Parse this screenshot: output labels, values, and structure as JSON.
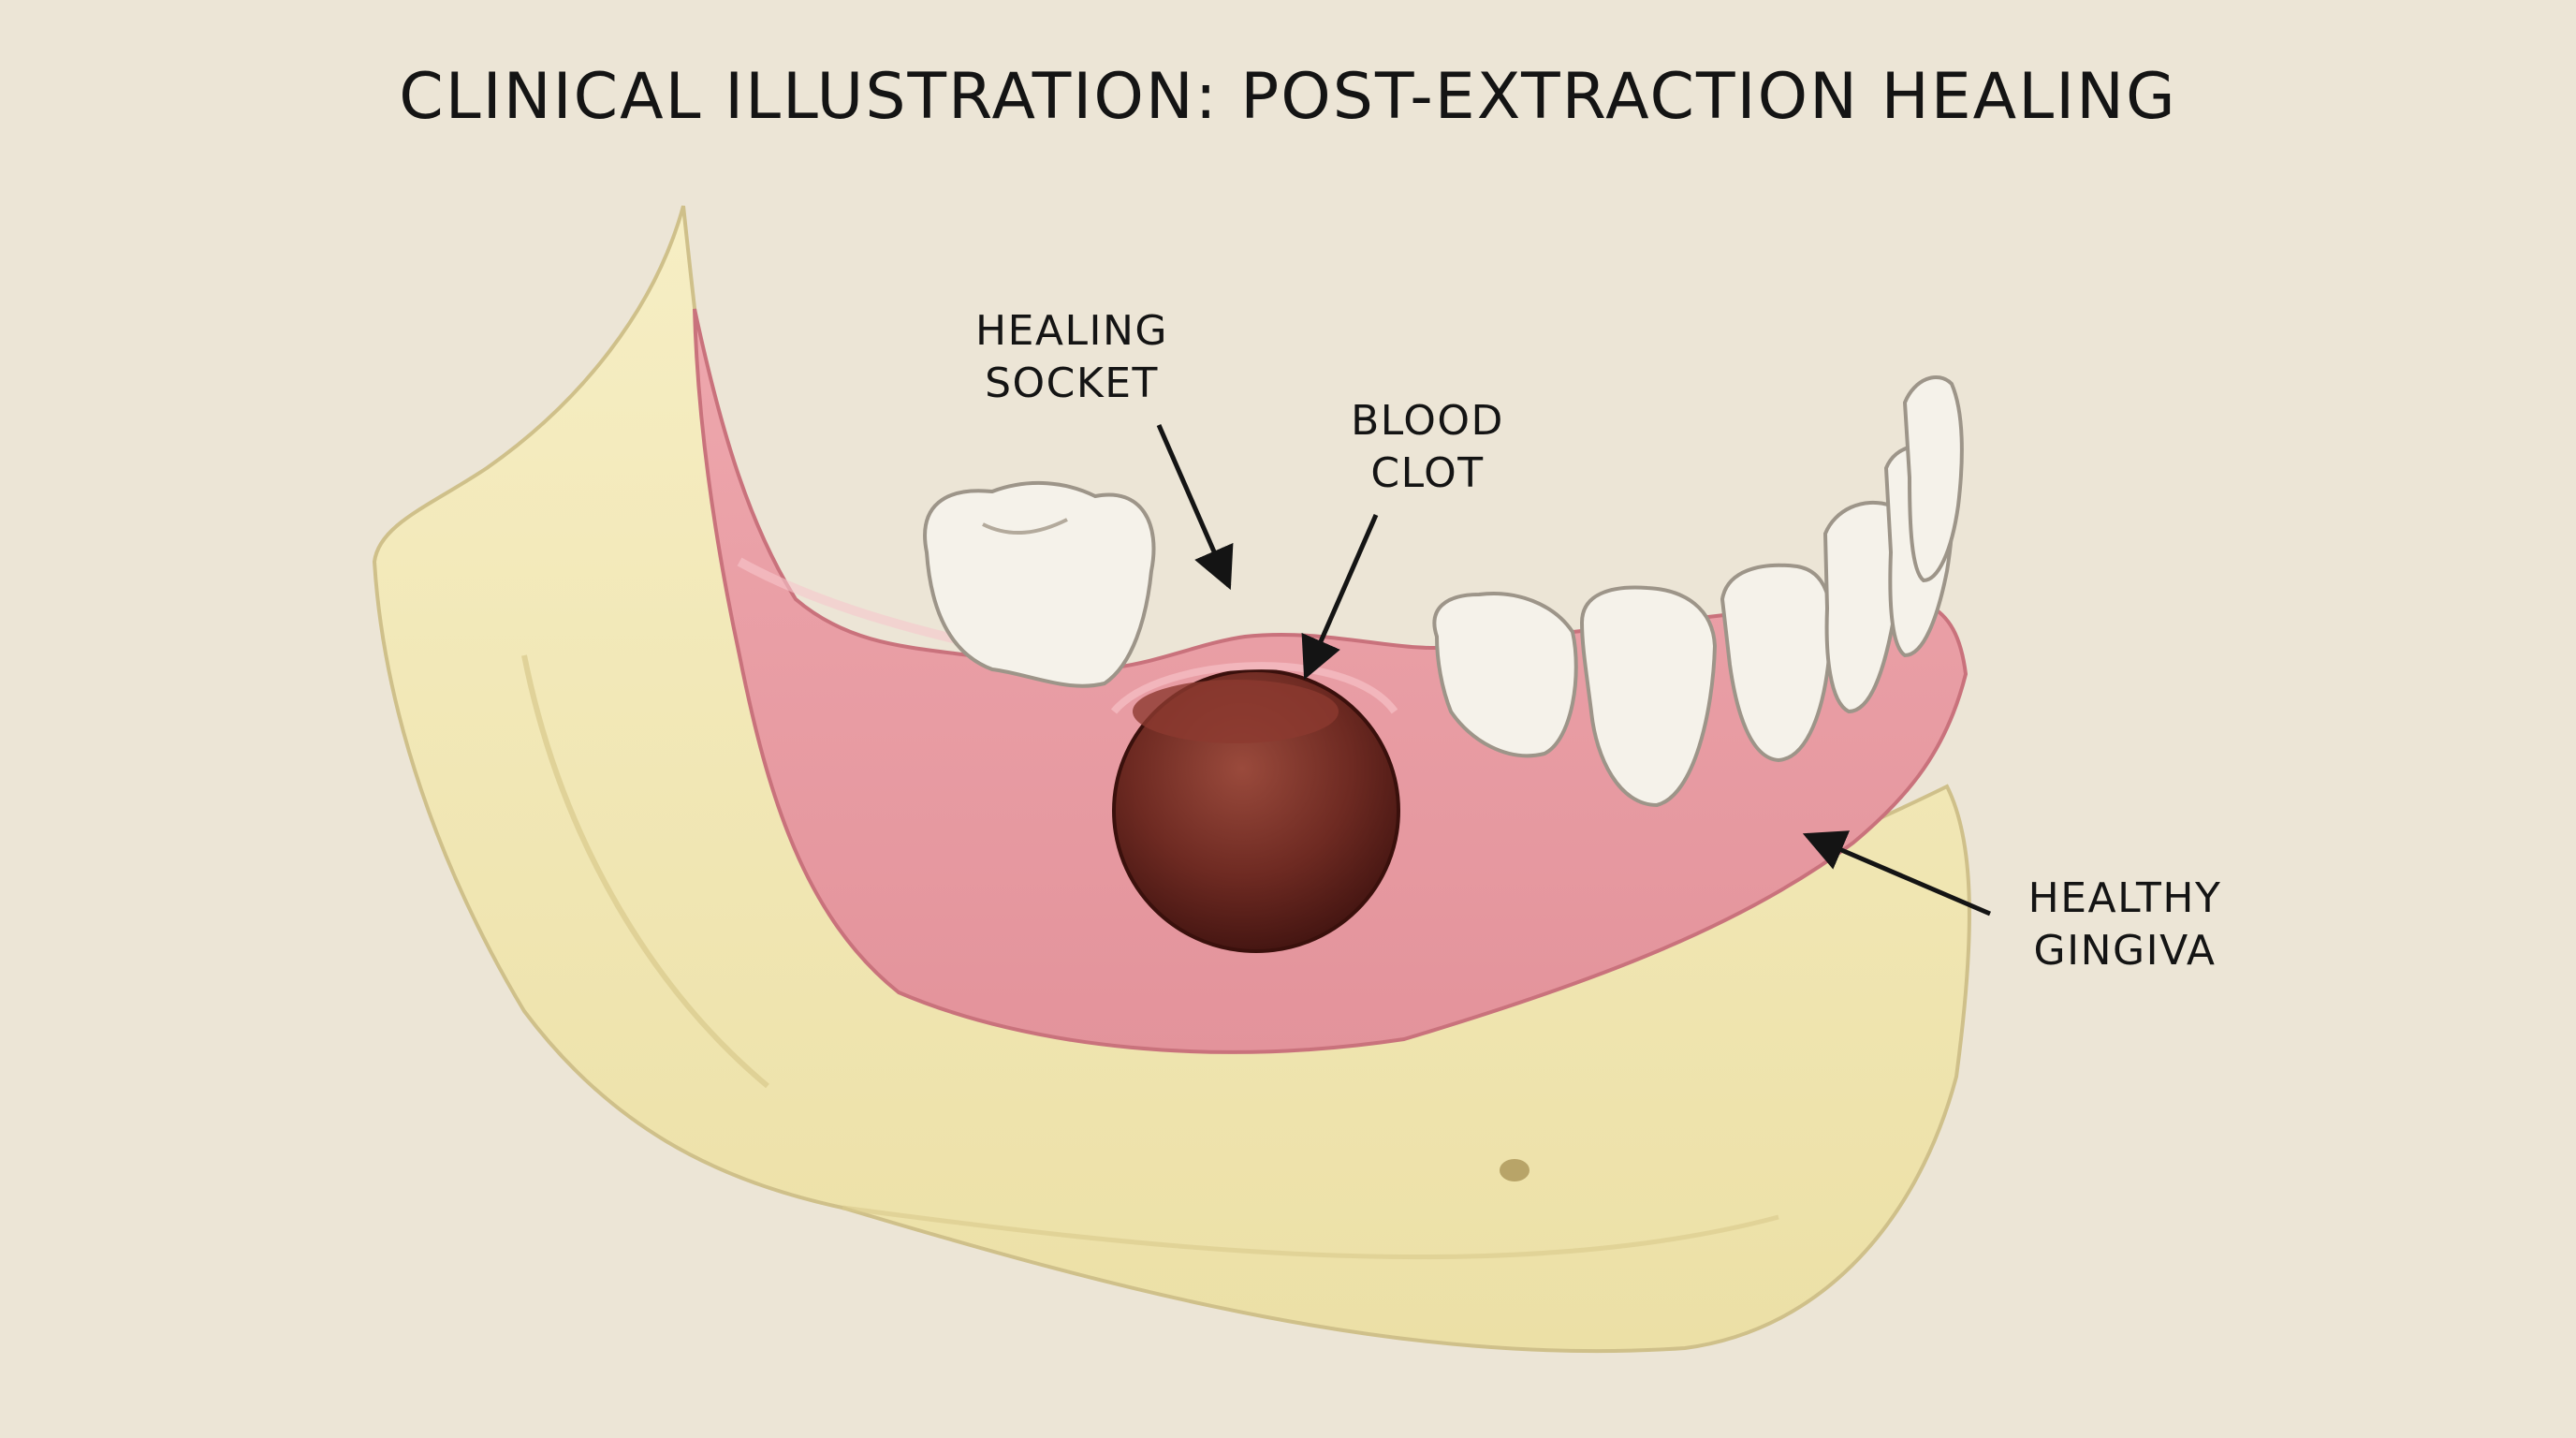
{
  "title": "CLINICAL ILLUSTRATION: POST-EXTRACTION HEALING",
  "labels": {
    "healing_socket": [
      "HEALING",
      "SOCKET"
    ],
    "blood_clot": [
      "BLOOD",
      "CLOT"
    ],
    "healthy_gingiva": [
      "HEALTHY",
      "GINGIVA"
    ]
  },
  "colors": {
    "background": "#ece5d6",
    "bone": "#f1e7b2",
    "gingiva": "#e89ca3",
    "tooth": "#f5f2ea",
    "clot": "#6e2a22"
  }
}
